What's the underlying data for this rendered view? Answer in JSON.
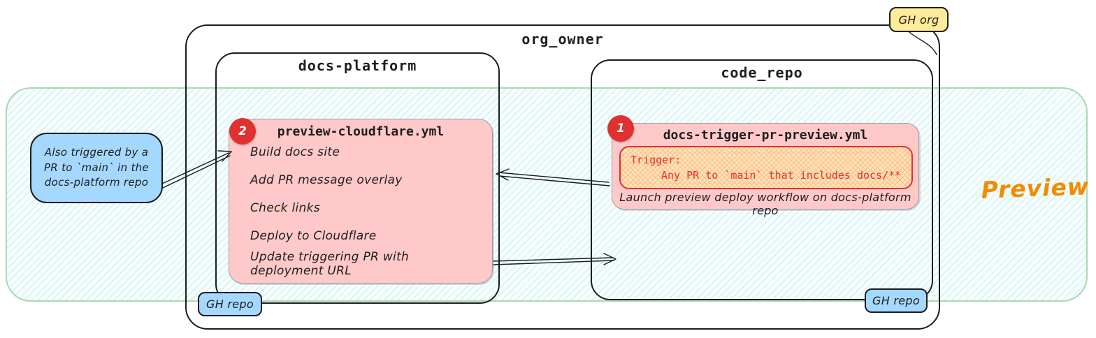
{
  "org": {
    "label": "org_owner",
    "badge": "GH org"
  },
  "preview_zone": {
    "label": "Preview"
  },
  "docs_platform": {
    "label": "docs-platform",
    "badge": "GH repo",
    "workflow": {
      "number": "2",
      "filename": "preview-cloudflare.yml",
      "steps": [
        "Build docs site",
        "Add PR message overlay",
        "Check links",
        "Deploy to Cloudflare",
        "Update triggering PR with deployment URL"
      ]
    }
  },
  "code_repo": {
    "label": "code_repo",
    "badge": "GH repo",
    "workflow": {
      "number": "1",
      "filename": "docs-trigger-pr-preview.yml",
      "trigger_title": "Trigger:",
      "trigger_rule": "Any PR to `main` that includes docs/**",
      "action": "Launch preview deploy workflow on docs-platform repo"
    }
  },
  "note": {
    "lines": [
      "Also triggered by a",
      "PR to `main` in the",
      "docs-platform repo"
    ]
  },
  "colors": {
    "ink": "#1e1e1e",
    "accent_red": "#e03131",
    "workflow_pink": "#ffc9c9",
    "trigger_orange": "#ffe2bd",
    "badge_blue": "#a5d8ff",
    "badge_yellow": "#ffec99",
    "preview_orange": "#f08c00",
    "zone_border_green": "#abd7b4",
    "zone_hatch_cyan": "#66d9e8"
  }
}
